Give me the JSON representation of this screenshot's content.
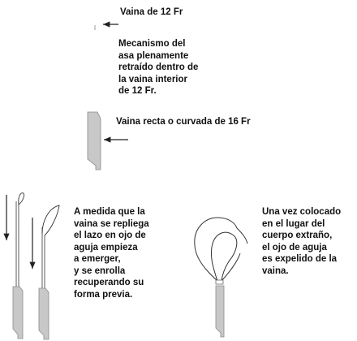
{
  "labels": {
    "sheath_12fr": "Vaina de 12 Fr",
    "retracted_mechanism": "Mecanismo del\nasa plenamente\nretraído dentro de\nla vaina interior\nde 12 Fr.",
    "sheath_16fr": "Vaina recta o curvada de 16 Fr",
    "retracting": "A medida que la\nvaina se repliega\nel lazo en ojo de\naguja empieza\na emerger,\ny se enrolla\nrecuperando su\nforma previa.",
    "expelled": "Una vez colocado\nen el lugar del\ncuerpo extraño,\nel ojo de aguja\nes expelido de la\nvaina."
  },
  "colors": {
    "sheath_fill": "#c8c8c8",
    "sheath_edge": "#8a8a8a",
    "line": "#222222"
  }
}
